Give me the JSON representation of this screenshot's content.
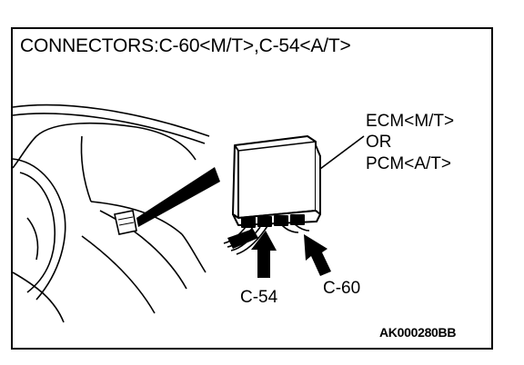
{
  "title": "CONNECTORS:C-60<M/T>,C-54<A/T>",
  "callouts": {
    "ecm_line1": "ECM<M/T>",
    "ecm_line2": "OR",
    "ecm_line3": "PCM<A/T>",
    "c54": "C-54",
    "c60": "C-60"
  },
  "figure_code": "AK000280BB"
}
